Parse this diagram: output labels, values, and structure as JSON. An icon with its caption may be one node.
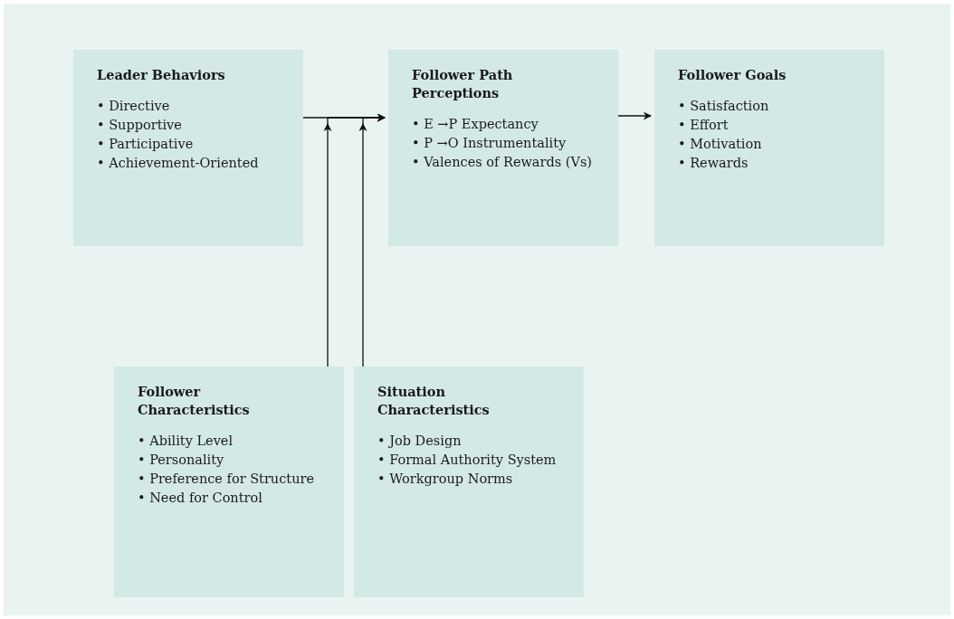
{
  "diagram": {
    "nodes": [
      {
        "text": [
          "Leader Behaviors",
          "• Directive",
          "• Supportive",
          "• Participative",
          "• Achievement-Oriented"
        ]
      },
      {
        "text": [
          "Follower Path Perceptions",
          "• E →P Expectancy",
          "• P →O Instrumentality",
          "• Valences of Rewards (Vs)"
        ]
      },
      {
        "text": [
          "Follower Goals",
          "• Satisfaction",
          "• Effort",
          "• Motivation",
          "• Rewards"
        ]
      },
      {
        "text": [
          "Follower Characteristics",
          "• Ability Level",
          "• Personality",
          "• Preference for Structure",
          "• Need for Control"
        ]
      },
      {
        "text": [
          "Situation Characteristics",
          "• Job Design",
          "• Formal Authority System",
          "• Workgroup Norms"
        ]
      }
    ],
    "edges": [
      {
        "from": 0,
        "to": 1,
        "arrow": "to"
      },
      {
        "from": 1,
        "to": 2,
        "arrow": "to"
      },
      {
        "from": 3,
        "to": 1,
        "arrow": "to"
      },
      {
        "from": 4,
        "to": 1,
        "arrow": "to"
      }
    ]
  }
}
